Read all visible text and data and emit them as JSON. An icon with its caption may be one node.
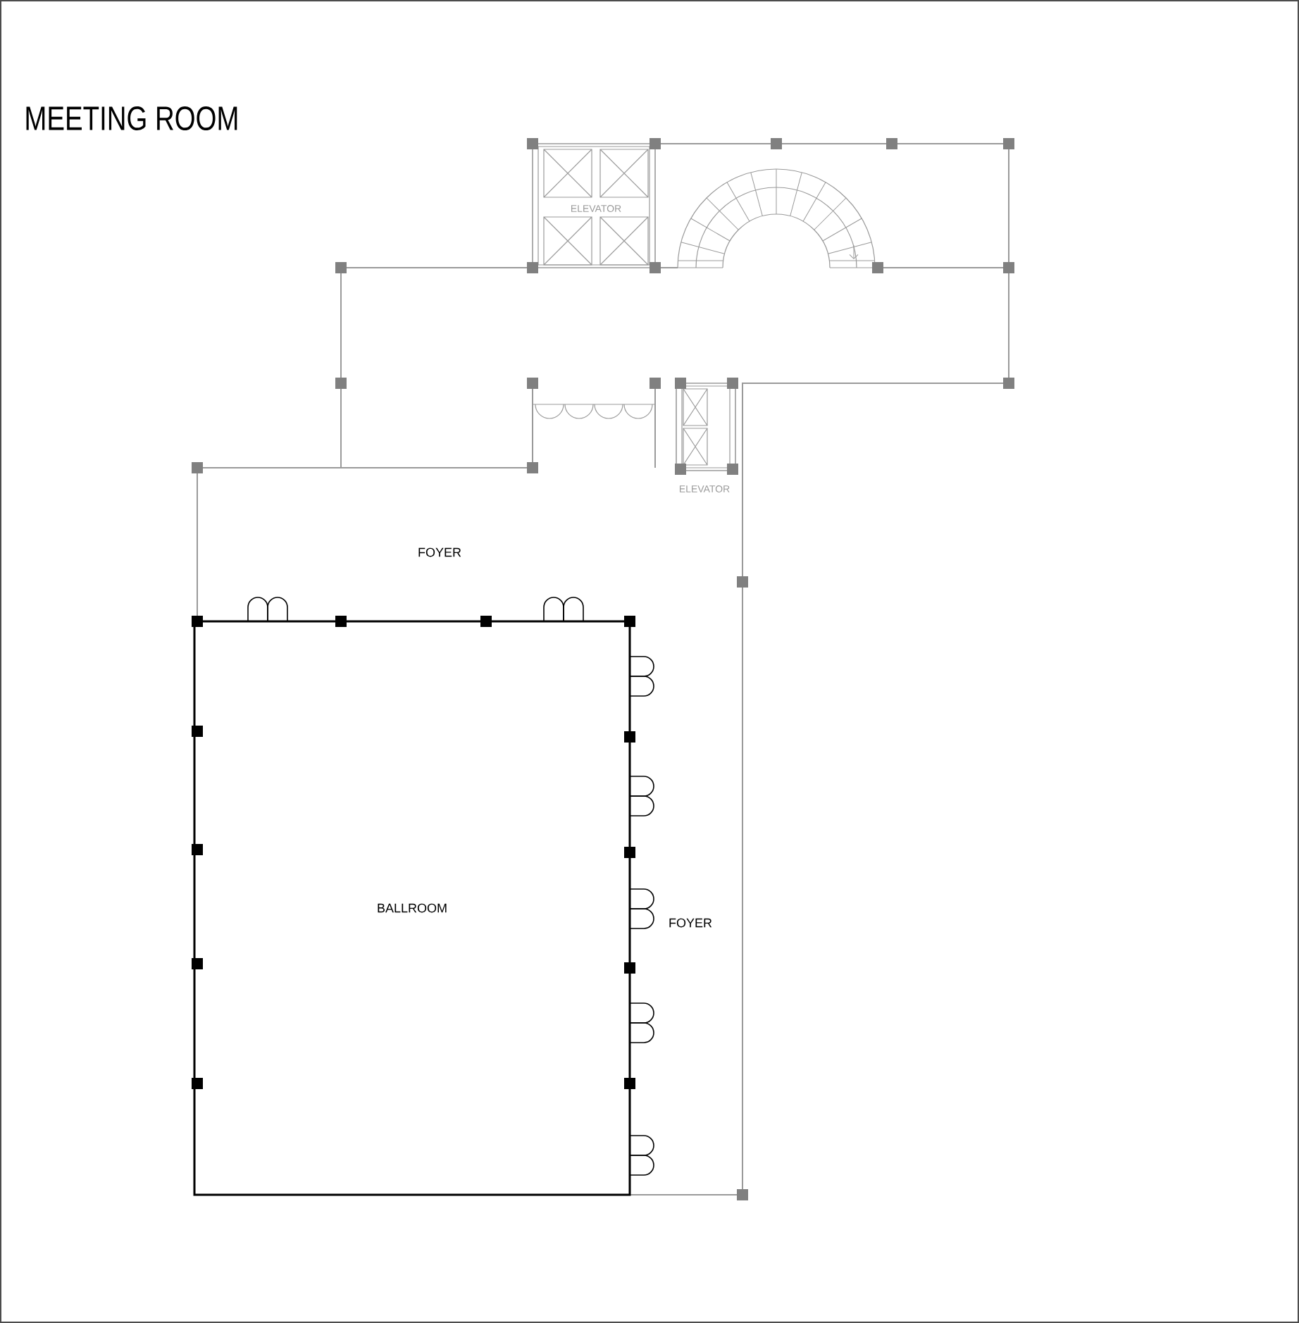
{
  "diagram": {
    "title": "MEETING ROOM",
    "nodes": [
      {
        "text": [
          "BALLROOM"
        ]
      }
    ],
    "edges": [],
    "labels": [
      "ELEVATOR",
      "ELEVATOR",
      "FOYER",
      "FOYER"
    ]
  }
}
